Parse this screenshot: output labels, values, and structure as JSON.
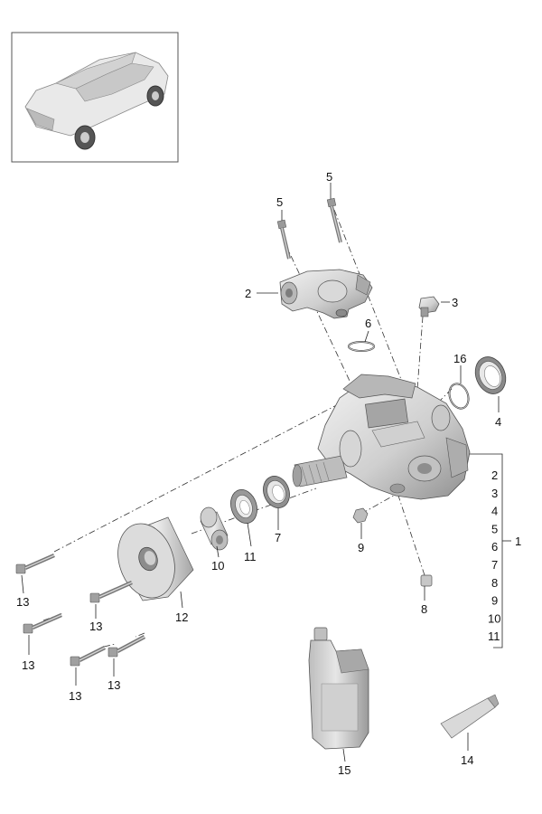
{
  "diagram": {
    "title": "Transfer box exploded view",
    "vehicle_thumbnail": "car-thumbnail",
    "callouts": {
      "c1": "1",
      "c2": "2",
      "c3": "3",
      "c4": "4",
      "c5a": "5",
      "c5b": "5",
      "c6": "6",
      "c7": "7",
      "c8": "8",
      "c9": "9",
      "c10": "10",
      "c11": "11",
      "c12": "12",
      "c13a": "13",
      "c13b": "13",
      "c13c": "13",
      "c13d": "13",
      "c13e": "13",
      "c14": "14",
      "c15": "15",
      "c16": "16"
    },
    "bracket_list": [
      "2",
      "3",
      "4",
      "5",
      "6",
      "7",
      "8",
      "9",
      "10",
      "11"
    ],
    "colors": {
      "part_light": "#e4e4e4",
      "part_mid": "#c4c4c4",
      "part_dark": "#8e8e8e",
      "line": "#222222"
    }
  }
}
